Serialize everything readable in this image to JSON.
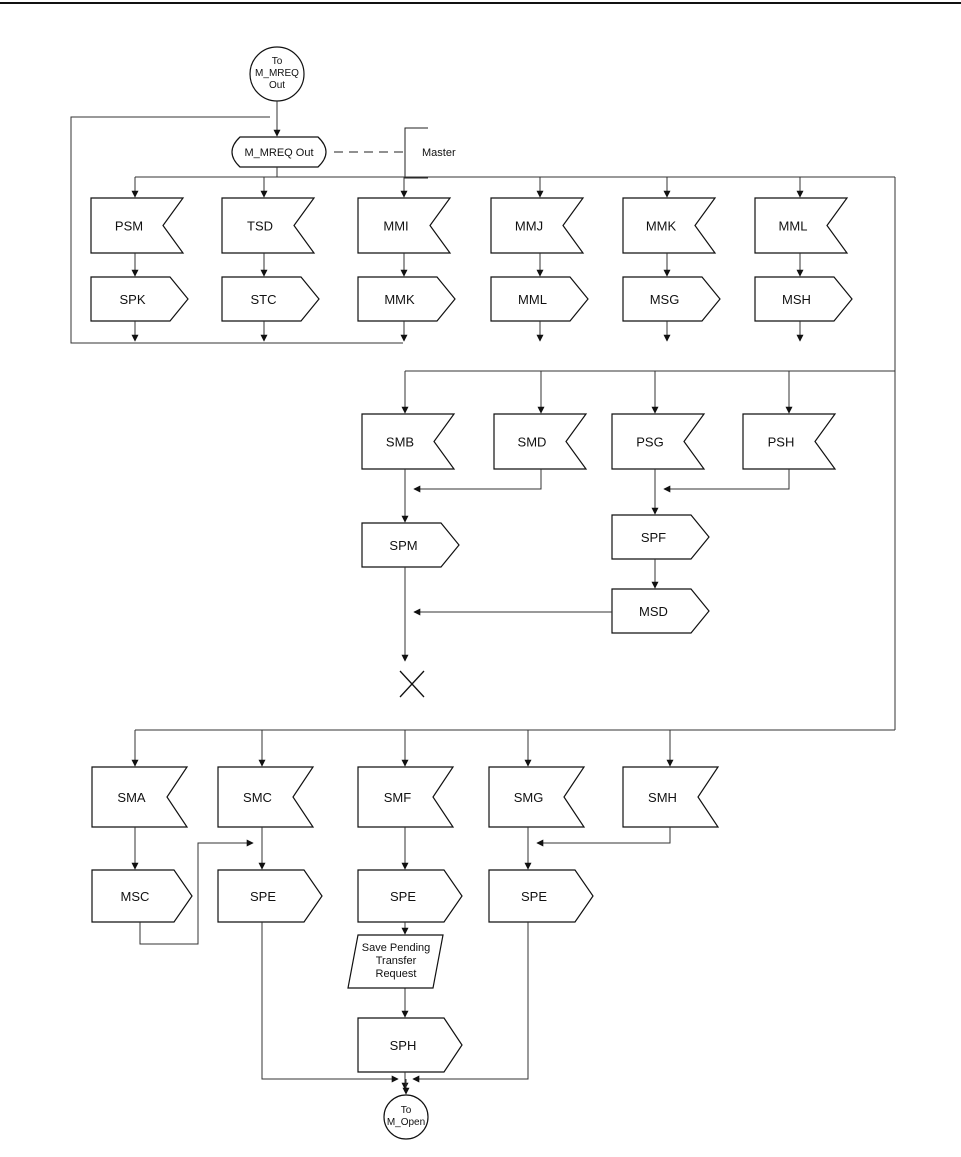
{
  "start_connector": {
    "line1": "To",
    "line2": "M_MREQ",
    "line3": "Out"
  },
  "state": {
    "label": "M_MREQ Out"
  },
  "comment": {
    "label": "Master"
  },
  "group1": {
    "inputs": [
      "PSM",
      "TSD",
      "MMI",
      "MMJ",
      "MMK",
      "MML"
    ],
    "outputs": [
      "SPK",
      "STC",
      "MMK",
      "MML",
      "MSG",
      "MSH"
    ]
  },
  "group2": {
    "inputs": [
      "SMB",
      "SMD",
      "PSG",
      "PSH"
    ],
    "outputs": [
      "SPM",
      "SPF",
      "MSD"
    ]
  },
  "group3": {
    "inputs": [
      "SMA",
      "SMC",
      "SMF",
      "SMG",
      "SMH"
    ],
    "outputs": [
      "MSC",
      "SPE",
      "SPE",
      "SPE",
      "SPH"
    ],
    "task": {
      "line1": "Save Pending",
      "line2": "Transfer",
      "line3": "Request"
    }
  },
  "end_connector": {
    "line1": "To",
    "line2": "M_Open"
  }
}
